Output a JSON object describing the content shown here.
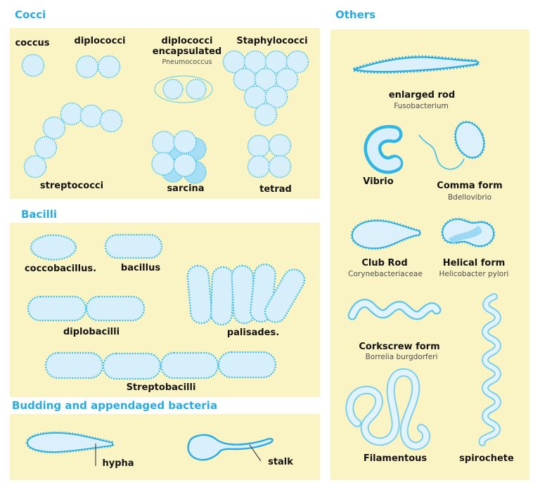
{
  "palette": {
    "heading": "#29abe2",
    "panel_bg": "#faf3c3",
    "cell_fill": "#d7eefb",
    "cell_stroke": "#48c4ec",
    "strong_outline": "#29abe2",
    "dark_cell_fill": "#a6def6",
    "label_color": "#141414",
    "sublabel_color": "#4d4d4d"
  },
  "sections": {
    "cocci": {
      "title": "Cocci",
      "labels": {
        "coccus": "coccus",
        "diplococci": "diplococci",
        "diplococci_encapsulated": "diplococci encapsulated",
        "pneumococcus": "Pneumococcus",
        "staphylococci": "Staphylococci",
        "streptococci": "streptococci",
        "sarcina": "sarcina",
        "tetrad": "tetrad"
      }
    },
    "bacilli": {
      "title": "Bacilli",
      "labels": {
        "coccobacillus": "coccobacillus.",
        "bacillus": "bacillus",
        "diplobacilli": "diplobacilli",
        "palisades": "palisades.",
        "streptobacilli": "Streptobacilli"
      }
    },
    "budding": {
      "title": "Budding and appendaged bacteria",
      "labels": {
        "hypha": "hypha",
        "stalk": "stalk"
      }
    },
    "others": {
      "title": "Others",
      "labels": {
        "enlarged_rod": "enlarged rod",
        "fusobacterium": "Fusobacterium",
        "vibrio": "Vibrio",
        "comma_form": "Comma form",
        "bdellovibrio": "Bdellovibrio",
        "club_rod": "Club Rod",
        "corynebacteriaceae": "Corynebacteriaceae",
        "helical_form": "Helical form",
        "helicobacter_pylori": "Helicobacter pylori",
        "corkscrew_form": "Corkscrew form",
        "borrelia_burgdorferi": "Borrelia burgdorferi",
        "filamentous": "Filamentous",
        "spirochete": "spirochete"
      }
    }
  }
}
